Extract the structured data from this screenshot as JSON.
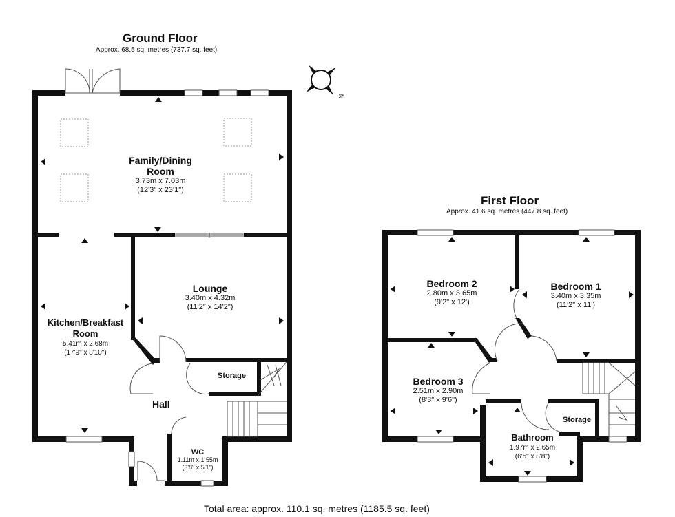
{
  "ground_floor": {
    "title": "Ground Floor",
    "area": "Approx. 68.5 sq. metres (737.7 sq. feet)",
    "rooms": {
      "family": {
        "name_line1": "Family/Dining",
        "name_line2": "Room",
        "metric": "3.73m x 7.03m",
        "imperial": "(12'3\" x 23'1\")"
      },
      "lounge": {
        "name": "Lounge",
        "metric": "3.40m x 4.32m",
        "imperial": "(11'2\" x 14'2\")"
      },
      "kitchen": {
        "name_line1": "Kitchen/Breakfast",
        "name_line2": "Room",
        "metric": "5.41m x 2.68m",
        "imperial": "(17'9\" x 8'10\")"
      },
      "storage": {
        "name": "Storage"
      },
      "hall": {
        "name": "Hall"
      },
      "wc": {
        "name": "WC",
        "metric": "1.11m x 1.55m",
        "imperial": "(3'8\" x 5'1\")"
      }
    }
  },
  "first_floor": {
    "title": "First Floor",
    "area": "Approx. 41.6 sq. metres (447.8 sq. feet)",
    "rooms": {
      "bedroom2": {
        "name": "Bedroom 2",
        "metric": "2.80m x 3.65m",
        "imperial": "(9'2\" x 12')"
      },
      "bedroom1": {
        "name": "Bedroom 1",
        "metric": "3.40m x 3.35m",
        "imperial": "(11'2\" x 11')"
      },
      "bedroom3": {
        "name": "Bedroom 3",
        "metric": "2.51m x 2.90m",
        "imperial": "(8'3\" x 9'6\")"
      },
      "bathroom": {
        "name": "Bathroom",
        "metric": "1.97m x 2.65m",
        "imperial": "(6'5\" x 8'8\")"
      },
      "storage": {
        "name": "Storage"
      }
    }
  },
  "compass": {
    "label": "N"
  },
  "total_area": "Total area: approx. 110.1 sq. metres (1185.5 sq. feet)",
  "colors": {
    "wall": "#111111",
    "line": "#555555",
    "skylight": "#9a9a9a",
    "window": "#ffffff"
  }
}
